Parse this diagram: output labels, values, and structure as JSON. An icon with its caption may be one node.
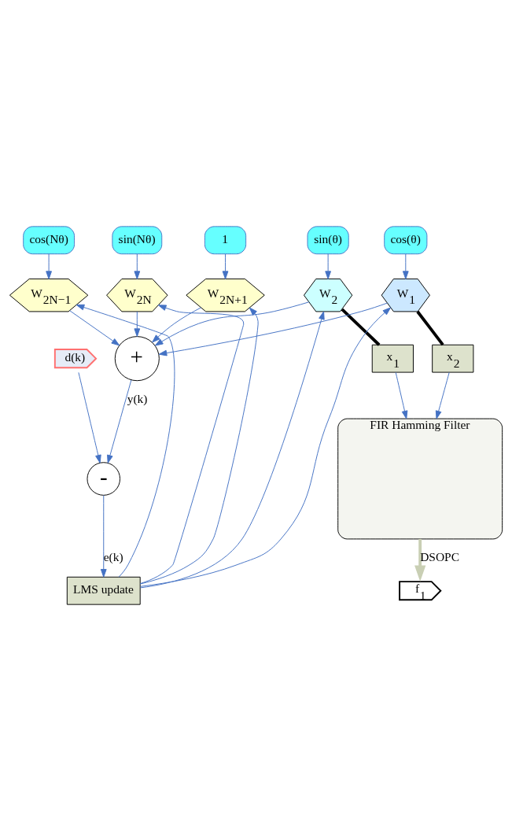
{
  "diagram": {
    "nodes": [
      {
        "text": [
          "cos(Nθ)"
        ]
      },
      {
        "text": [
          "sin(Nθ)"
        ]
      },
      {
        "text": [
          "1"
        ]
      },
      {
        "text": [
          "sin(θ)"
        ]
      },
      {
        "text": [
          "cos(θ)"
        ]
      },
      {
        "text": [
          "W$_{2N−1}$"
        ]
      },
      {
        "text": [
          "W$_{2N}$"
        ]
      },
      {
        "text": [
          "W$_{2N+1}$"
        ]
      },
      {
        "text": [
          "W$_{2}$"
        ]
      },
      {
        "text": [
          "W$_{1}$"
        ]
      },
      {
        "text": [
          "+"
        ]
      },
      {
        "text": [
          "d(k)"
        ]
      },
      {
        "text": [
          "-"
        ]
      },
      {
        "text": [
          "LMS update"
        ]
      },
      {
        "text": [
          "x$_{1}$"
        ]
      },
      {
        "text": [
          "x$_{2}$"
        ]
      },
      {
        "text": [
          "FIR Hamming Filter"
        ]
      },
      {
        "text": [
          "f$_{1}$"
        ]
      }
    ],
    "edges": [
      {
        "from": 0,
        "to": 5,
        "arrow": "to"
      },
      {
        "from": 1,
        "to": 6,
        "arrow": "to"
      },
      {
        "from": 2,
        "to": 7,
        "arrow": "to"
      },
      {
        "from": 3,
        "to": 8,
        "arrow": "to"
      },
      {
        "from": 4,
        "to": 9,
        "arrow": "to"
      },
      {
        "from": 5,
        "to": 10,
        "arrow": "to"
      },
      {
        "from": 6,
        "to": 10,
        "arrow": "to"
      },
      {
        "from": 7,
        "to": 10,
        "arrow": "to"
      },
      {
        "from": 8,
        "to": 10,
        "arrow": "to"
      },
      {
        "from": 9,
        "to": 10,
        "arrow": "to"
      },
      {
        "from": 10,
        "to": 12,
        "arrow": "to",
        "label": "y(k)"
      },
      {
        "from": 11,
        "to": 12,
        "arrow": "to"
      },
      {
        "from": 12,
        "to": 13,
        "arrow": "to",
        "label": "e(k)"
      },
      {
        "from": 13,
        "to": 9,
        "arrow": "to"
      },
      {
        "from": 13,
        "to": 8,
        "arrow": "to"
      },
      {
        "from": 13,
        "to": 7,
        "arrow": "to"
      },
      {
        "from": 13,
        "to": 6,
        "arrow": "to"
      },
      {
        "from": 13,
        "to": 5,
        "arrow": "to"
      },
      {
        "from": 8,
        "to": 14,
        "arrow": "none",
        "style": "thick",
        "color": "#000000"
      },
      {
        "from": 9,
        "to": 15,
        "arrow": "none",
        "style": "thick",
        "color": "#000000"
      },
      {
        "from": 14,
        "to": 16,
        "arrow": "to"
      },
      {
        "from": 15,
        "to": 16,
        "arrow": "to"
      },
      {
        "from": 16,
        "to": 17,
        "arrow": "to",
        "label": "DSOPC",
        "style": "thick",
        "color": "#c9cfb4"
      }
    ]
  }
}
